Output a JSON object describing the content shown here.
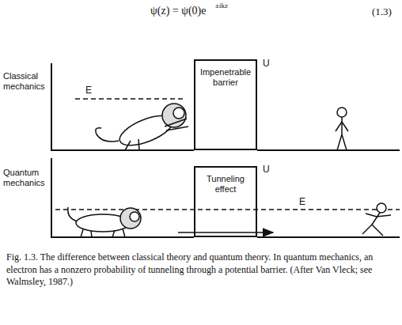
{
  "diagram": {
    "caption": "Fig. 1.3. The difference between classical theory and quantum theory. In quantum mechanics, an electron has a nonzero probability of tunneling through a potential barrier. (After Van Vleck; see Walmsley, 1987.)",
    "nodes": [
      {
        "text": [
          "Impenetrable barrier"
        ]
      },
      {
        "text": [
          "Tunneling effect"
        ]
      }
    ],
    "labels": [
      "ψ(z) = ψ(0)e",
      "±ikz",
      "(1.3)",
      "Classical mechanics",
      "E",
      "U",
      "Quantum mechanics",
      "U",
      "E"
    ]
  }
}
